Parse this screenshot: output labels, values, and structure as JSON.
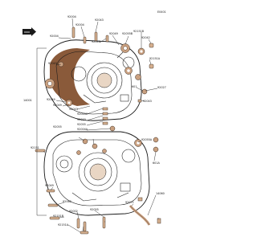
{
  "diagram": {
    "code": "E0401",
    "callouts": [
      {
        "id": "92004",
        "text": "92004"
      },
      {
        "id": "92004a",
        "text": "92004"
      },
      {
        "id": "92004b",
        "text": "92004"
      },
      {
        "id": "92043",
        "text": "92043"
      },
      {
        "id": "92055b",
        "text": "92055B"
      },
      {
        "id": "92043b",
        "text": "92043"
      },
      {
        "id": "92151b",
        "text": "92151B"
      },
      {
        "id": "92049",
        "text": "92049"
      },
      {
        "id": "92042",
        "text": "92042"
      },
      {
        "id": "92043c",
        "text": "92043"
      },
      {
        "id": "92049b",
        "text": "92049"
      },
      {
        "id": "92151a",
        "text": "92151A"
      },
      {
        "id": "601",
        "text": "601"
      },
      {
        "id": "92027",
        "text": "92027"
      },
      {
        "id": "92043d",
        "text": "92043"
      },
      {
        "id": "14001",
        "text": "14001"
      },
      {
        "id": "92049c",
        "text": "92049"
      },
      {
        "id": "92043e",
        "text": "92043"
      },
      {
        "id": "92043f",
        "text": "92043C"
      },
      {
        "id": "92033",
        "text": "92033"
      },
      {
        "id": "92055",
        "text": "92055"
      },
      {
        "id": "92004c",
        "text": "92004A"
      },
      {
        "id": "92055c",
        "text": "92055"
      },
      {
        "id": "92055a",
        "text": "92055A"
      },
      {
        "id": "92151",
        "text": "92151"
      },
      {
        "id": "601a",
        "text": "601A"
      },
      {
        "id": "92049d",
        "text": "92049"
      },
      {
        "id": "14060",
        "text": "14060"
      },
      {
        "id": "92062",
        "text": "92062"
      },
      {
        "id": "92071",
        "text": "92071"
      },
      {
        "id": "92002",
        "text": "92002"
      },
      {
        "id": "92151b2",
        "text": "92151B"
      },
      {
        "id": "92151a2",
        "text": "92151A"
      },
      {
        "id": "92055d",
        "text": "92055"
      }
    ]
  }
}
